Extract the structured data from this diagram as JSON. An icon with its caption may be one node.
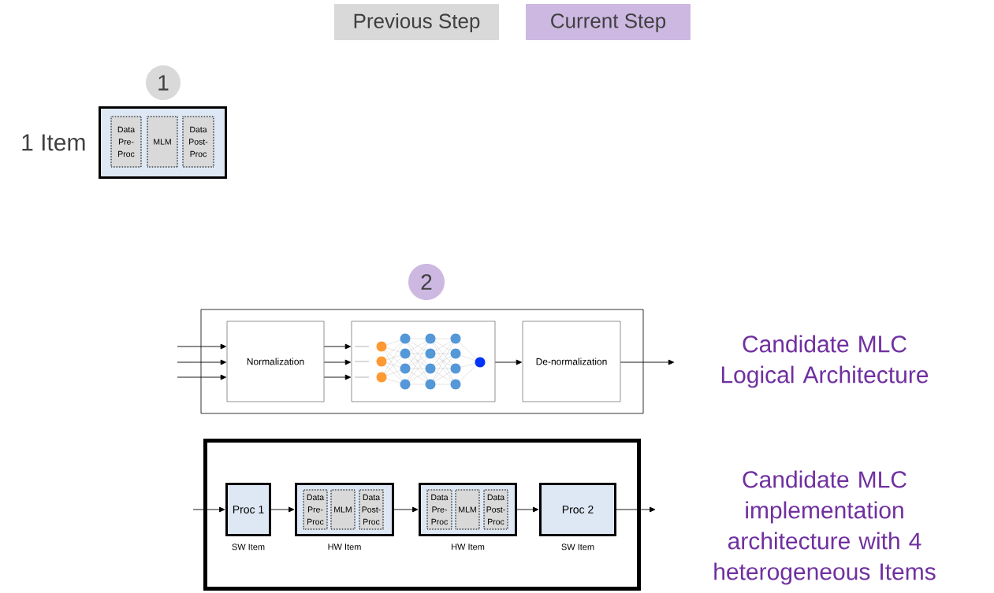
{
  "diagram": {
    "nodes": [
      {
        "text": [
          "1"
        ]
      },
      {
        "text": [],
        "shape": "box",
        "beside": [
          "1 Item"
        ]
      },
      {
        "text": [
          "Data Pre-Proc"
        ],
        "in": 1
      },
      {
        "text": [
          "MLM"
        ],
        "in": 1
      },
      {
        "text": [
          "Data Post-Proc"
        ],
        "in": 1
      },
      {
        "text": [
          "2"
        ]
      },
      {
        "text": [],
        "shape": "box"
      },
      {
        "text": [
          "Normalization"
        ],
        "in": 6
      },
      {
        "text": [],
        "shape": "box",
        "in": 6
      },
      {
        "text": [
          "De-normalization"
        ],
        "in": 6
      },
      {
        "text": [
          "Candidate MLC Logical Architecture"
        ]
      },
      {
        "text": [],
        "shape": "box"
      },
      {
        "text": [
          "Proc 1"
        ],
        "in": 11,
        "beside": [
          "SW Item"
        ]
      },
      {
        "text": [],
        "shape": "box",
        "in": 11,
        "beside": [
          "HW Item"
        ]
      },
      {
        "text": [
          "Data Pre-Proc"
        ],
        "in": 13
      },
      {
        "text": [
          "MLM"
        ],
        "in": 13
      },
      {
        "text": [
          "Data Post-Proc"
        ],
        "in": 13
      },
      {
        "text": [],
        "shape": "box",
        "in": 11,
        "beside": [
          "HW Item"
        ]
      },
      {
        "text": [
          "Data Pre-Proc"
        ],
        "in": 17
      },
      {
        "text": [
          "MLM"
        ],
        "in": 17
      },
      {
        "text": [
          "Data Post-Proc"
        ],
        "in": 17
      },
      {
        "text": [
          "Proc 2"
        ],
        "in": 11,
        "beside": [
          "SW Item"
        ]
      }
    ],
    "edges": [
      {
        "from": null,
        "to": 7,
        "arrow": "to"
      },
      {
        "from": null,
        "to": 7,
        "arrow": "to"
      },
      {
        "from": null,
        "to": 7,
        "arrow": "to"
      },
      {
        "from": 7,
        "to": 8,
        "arrow": "to"
      },
      {
        "from": 7,
        "to": 8,
        "arrow": "to"
      },
      {
        "from": 7,
        "to": 8,
        "arrow": "to"
      },
      {
        "from": 8,
        "to": 9,
        "arrow": "to"
      },
      {
        "from": 9,
        "to": 10,
        "arrow": "to"
      },
      {
        "from": null,
        "to": 12,
        "arrow": "to"
      },
      {
        "from": 12,
        "to": 13,
        "arrow": "to"
      },
      {
        "from": 13,
        "to": 17,
        "arrow": "to"
      },
      {
        "from": 17,
        "to": 21,
        "arrow": "to"
      },
      {
        "from": 21,
        "to": null,
        "arrow": "to"
      }
    ],
    "labels": [
      "Candidate MLC implementation architecture with 4 heterogeneous Items"
    ],
    "legend": [
      {
        "text": "Previous Step",
        "color": "#d9d9d9"
      },
      {
        "text": "Current Step",
        "color": "#cdb8e2"
      }
    ]
  }
}
